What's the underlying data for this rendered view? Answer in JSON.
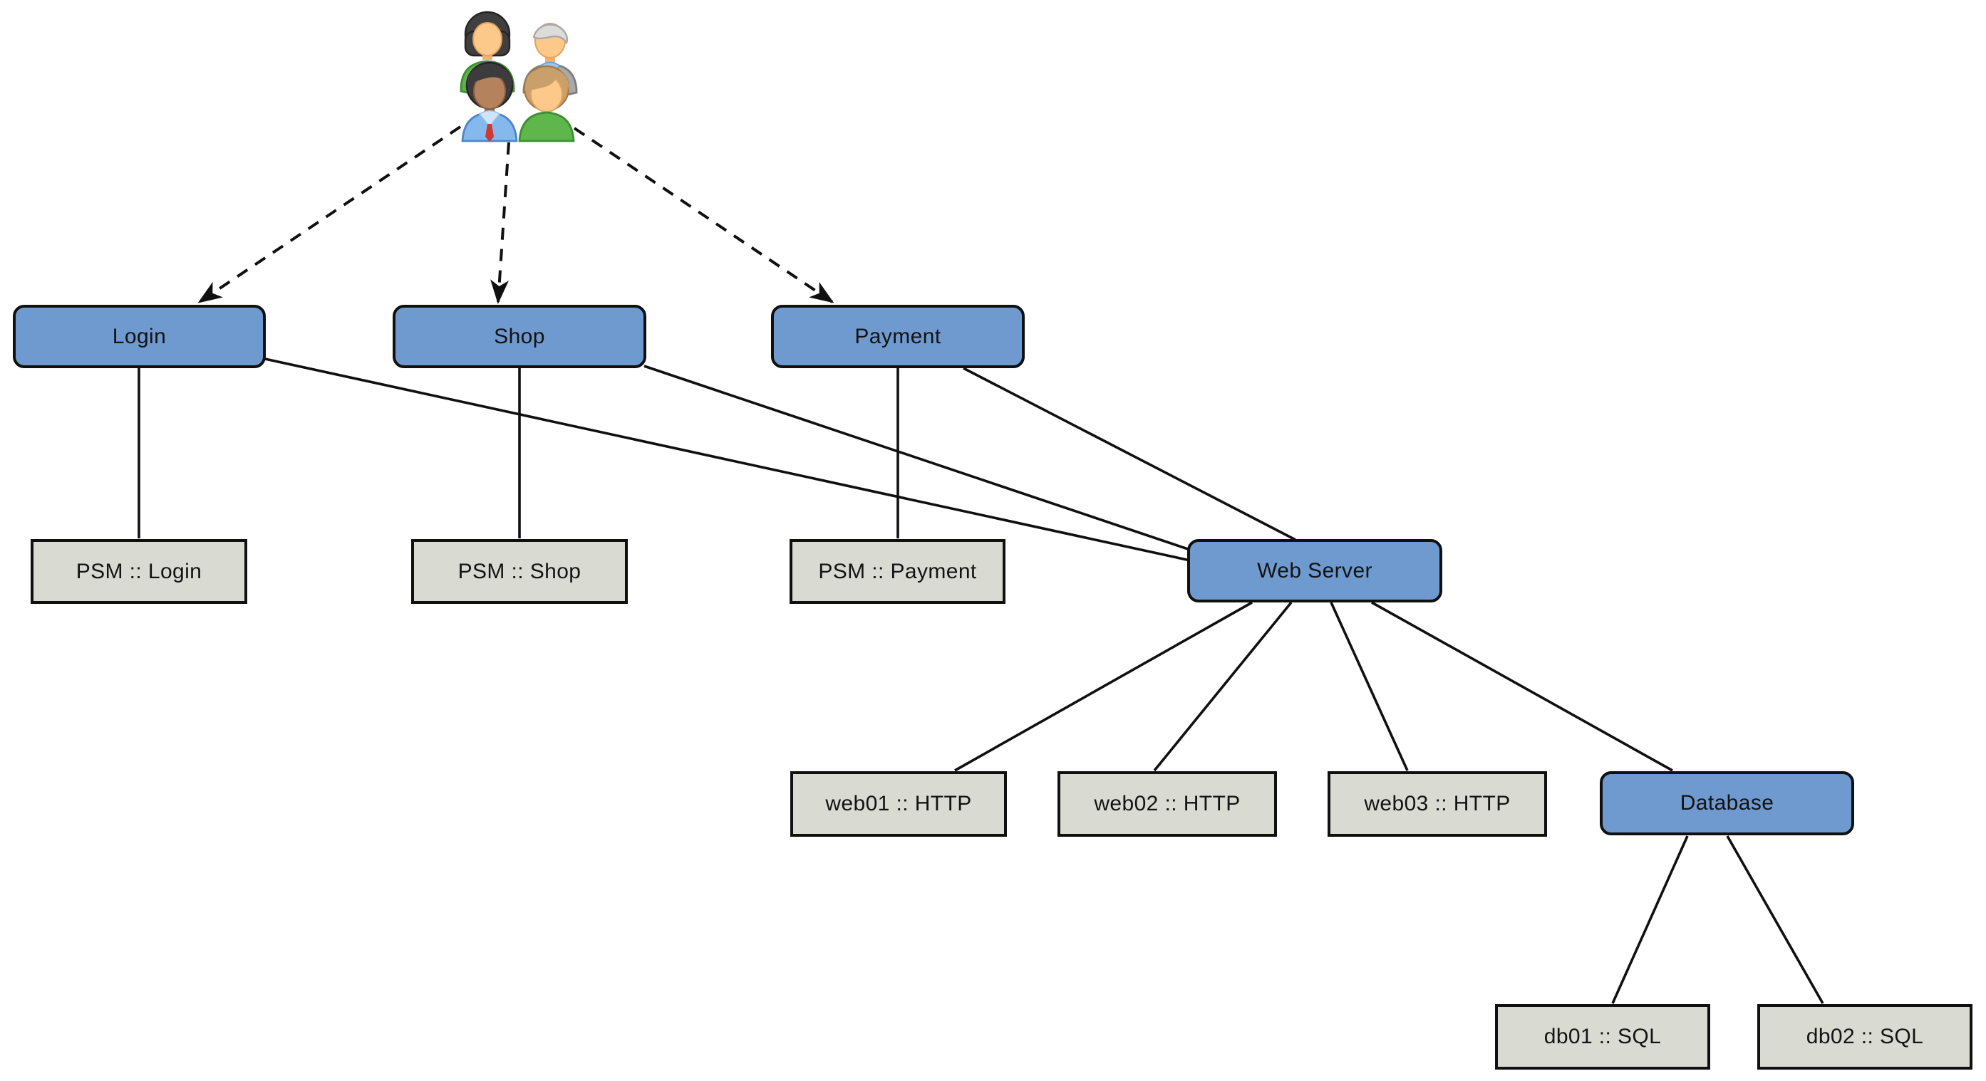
{
  "diagram": {
    "type": "dependency-tree",
    "colors": {
      "service_fill": "#6f9ad0",
      "host_fill": "#d9dbd3",
      "edge_color": "#101010"
    },
    "nodes": {
      "users": {
        "label": "",
        "type": "actor",
        "icon": "user-group-icon"
      },
      "login": {
        "label": "Login",
        "type": "service"
      },
      "shop": {
        "label": "Shop",
        "type": "service"
      },
      "payment": {
        "label": "Payment",
        "type": "service"
      },
      "web_server": {
        "label": "Web Server",
        "type": "service"
      },
      "database": {
        "label": "Database",
        "type": "service"
      },
      "psm_login": {
        "label": "PSM :: Login",
        "type": "host"
      },
      "psm_shop": {
        "label": "PSM :: Shop",
        "type": "host"
      },
      "psm_payment": {
        "label": "PSM :: Payment",
        "type": "host"
      },
      "web01": {
        "label": "web01 :: HTTP",
        "type": "host"
      },
      "web02": {
        "label": "web02 :: HTTP",
        "type": "host"
      },
      "web03": {
        "label": "web03 :: HTTP",
        "type": "host"
      },
      "db01": {
        "label": "db01 :: SQL",
        "type": "host"
      },
      "db02": {
        "label": "db02 :: SQL",
        "type": "host"
      }
    },
    "edges": [
      {
        "from": "users",
        "to": "login",
        "style": "dashed-arrow"
      },
      {
        "from": "users",
        "to": "shop",
        "style": "dashed-arrow"
      },
      {
        "from": "users",
        "to": "payment",
        "style": "dashed-arrow"
      },
      {
        "from": "login",
        "to": "psm_login",
        "style": "solid"
      },
      {
        "from": "shop",
        "to": "psm_shop",
        "style": "solid"
      },
      {
        "from": "payment",
        "to": "psm_payment",
        "style": "solid"
      },
      {
        "from": "login",
        "to": "web_server",
        "style": "solid"
      },
      {
        "from": "shop",
        "to": "web_server",
        "style": "solid"
      },
      {
        "from": "payment",
        "to": "web_server",
        "style": "solid"
      },
      {
        "from": "web_server",
        "to": "web01",
        "style": "solid"
      },
      {
        "from": "web_server",
        "to": "web02",
        "style": "solid"
      },
      {
        "from": "web_server",
        "to": "web03",
        "style": "solid"
      },
      {
        "from": "web_server",
        "to": "database",
        "style": "solid"
      },
      {
        "from": "database",
        "to": "db01",
        "style": "solid"
      },
      {
        "from": "database",
        "to": "db02",
        "style": "solid"
      }
    ]
  }
}
